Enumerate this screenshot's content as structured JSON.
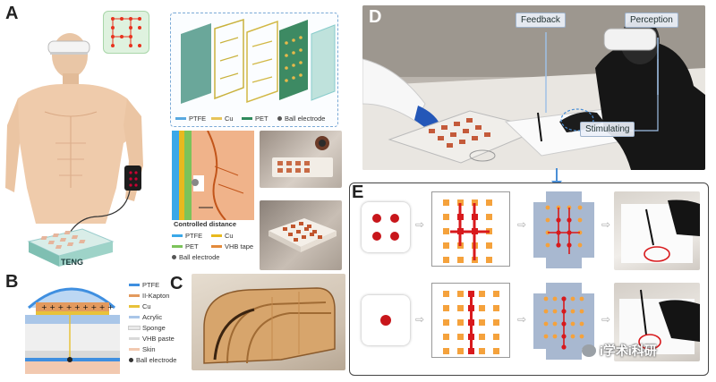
{
  "panels": {
    "a": "A",
    "b": "B",
    "c": "C",
    "d": "D",
    "e": "E"
  },
  "teng_label": "TENG",
  "legend_a": [
    {
      "label": "PTFE",
      "color": "#58a9e0"
    },
    {
      "label": "Cu",
      "color": "#e7c45a"
    },
    {
      "label": "PET",
      "color": "#2f8a5d"
    },
    {
      "label": "Ball electrode",
      "color": "#555555"
    }
  ],
  "controlled_distance": "Controlled distance",
  "legend_a2": [
    {
      "label": "PTFE",
      "color": "#3aa8e8"
    },
    {
      "label": "Cu",
      "color": "#e8b91e"
    },
    {
      "label": "PET",
      "color": "#7cc35a"
    },
    {
      "label": "VHB tape",
      "color": "#e38a3b"
    },
    {
      "label": "Ball electrode",
      "color": "#555555"
    }
  ],
  "legend_b": [
    {
      "label": "PTFE",
      "color": "#3f8fe0"
    },
    {
      "label": "II-Kapton",
      "color": "#e39a5e"
    },
    {
      "label": "Cu",
      "color": "#e8c23a"
    },
    {
      "label": "Acrylic",
      "color": "#a9c6e8"
    },
    {
      "label": "Sponge",
      "color": "#e9e9e9"
    },
    {
      "label": "VHB paste",
      "color": "#d9d9d9"
    },
    {
      "label": "Skin",
      "color": "#f2c9b0"
    },
    {
      "label": "Ball electrode",
      "color": "#333333"
    }
  ],
  "d_labels": {
    "feedback": "Feedback",
    "perception": "Perception",
    "stimulating": "Stimulating"
  },
  "watermark": "i学术i科研",
  "colors": {
    "accent_blue": "#4b8fd6",
    "red_dot": "#d8191c",
    "orange_dot": "#f5a23c"
  }
}
